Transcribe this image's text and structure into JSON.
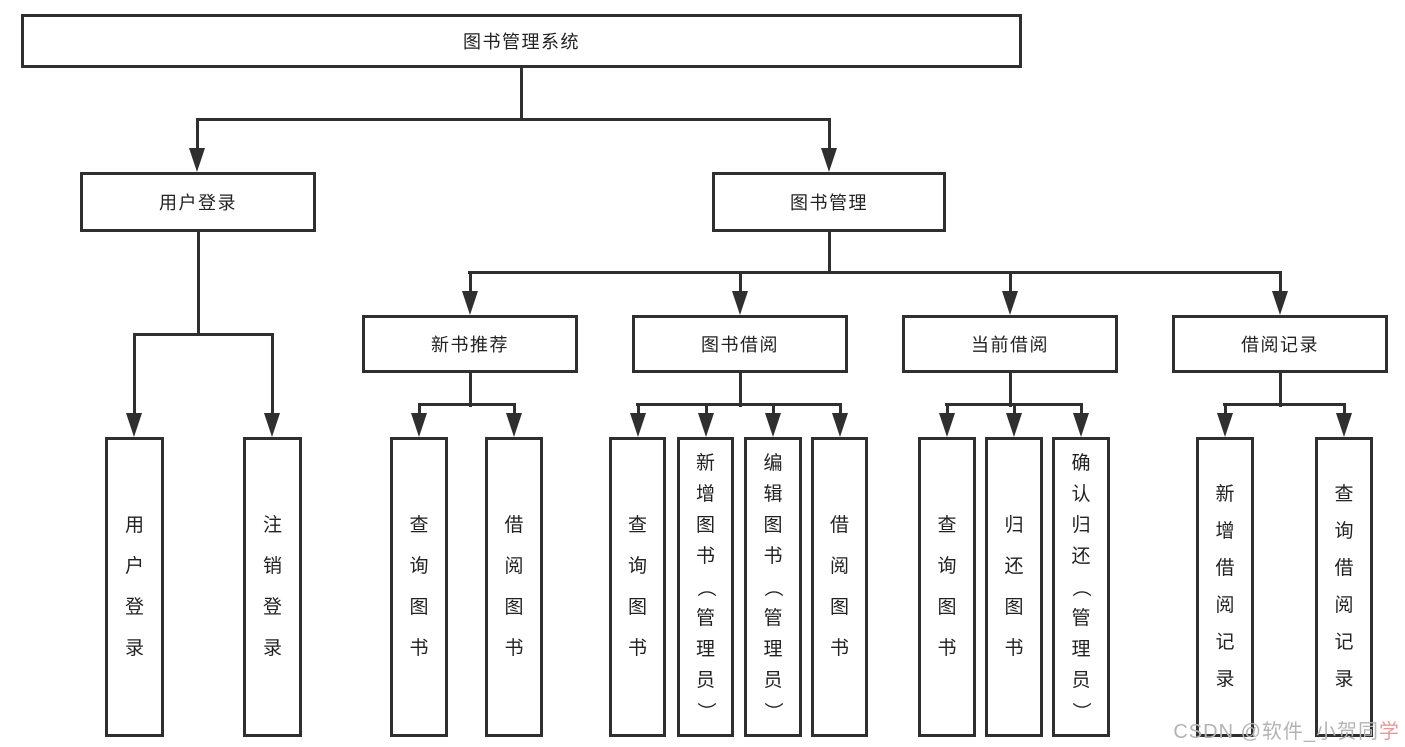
{
  "diagram": {
    "root_label": "图书管理系统",
    "user_login": {
      "label": "用户登录",
      "children": [
        "用户登录",
        "注销登录"
      ]
    },
    "book_management": {
      "label": "图书管理"
    },
    "new_book_recommend": {
      "label": "新书推荐",
      "children": [
        "查询图书",
        "借阅图书"
      ]
    },
    "book_borrow": {
      "label": "图书借阅",
      "children": [
        "查询图书",
        "新增图书（管理员）",
        "编辑图书（管理员）",
        "借阅图书"
      ]
    },
    "current_borrow": {
      "label": "当前借阅",
      "children": [
        "查询图书",
        "归还图书",
        "确认归还（管理员）"
      ]
    },
    "borrow_records": {
      "label": "借阅记录",
      "children": [
        "新增借阅记录",
        "查询借阅记录"
      ]
    }
  },
  "watermark": {
    "text_main": "CSDN @软件_小贺同",
    "text_accent": "学",
    "color": "#b4b4b4",
    "accent_color": "#e09e9e"
  },
  "colors": {
    "line": "#2f2f2f",
    "box_border": "#2f2f2f",
    "box_bg": "#ffffff",
    "text": "#222222",
    "page_bg": "#ffffff"
  }
}
